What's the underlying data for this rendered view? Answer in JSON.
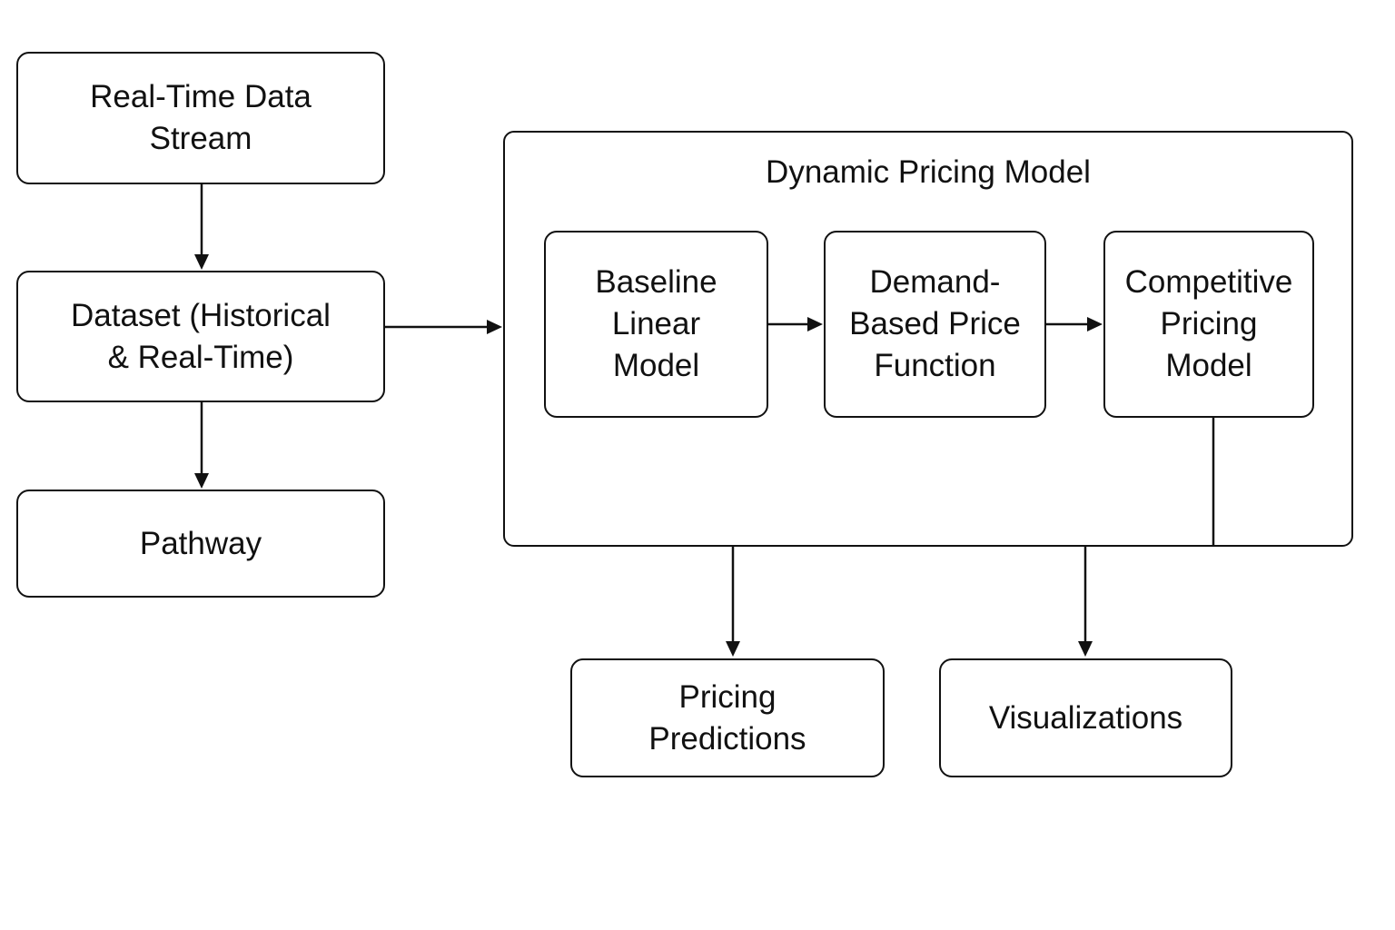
{
  "diagram": {
    "nodes": [
      {
        "id": "stream",
        "lines": [
          "Real-Time Data",
          "Stream"
        ]
      },
      {
        "id": "dataset",
        "lines": [
          "Dataset (Historical",
          "& Real-Time)"
        ]
      },
      {
        "id": "pathway",
        "lines": [
          "Pathway"
        ]
      },
      {
        "id": "baseline",
        "lines": [
          "Baseline",
          "Linear",
          "Model"
        ]
      },
      {
        "id": "demand",
        "lines": [
          "Demand-",
          "Based Price",
          "Function"
        ]
      },
      {
        "id": "competitive",
        "lines": [
          "Competitive",
          "Pricing",
          "Model"
        ]
      },
      {
        "id": "predictions",
        "lines": [
          "Pricing",
          "Predictions"
        ]
      },
      {
        "id": "visualizations",
        "lines": [
          "Visualizations"
        ]
      }
    ],
    "container": {
      "id": "dynamic-pricing-model",
      "title": "Dynamic Pricing Model",
      "children": [
        "baseline",
        "demand",
        "competitive"
      ]
    },
    "edges": [
      {
        "from": "stream",
        "to": "dataset"
      },
      {
        "from": "dataset",
        "to": "pathway"
      },
      {
        "from": "dataset",
        "to": "dynamic-pricing-model"
      },
      {
        "from": "baseline",
        "to": "demand"
      },
      {
        "from": "demand",
        "to": "competitive"
      },
      {
        "from": "dynamic-pricing-model",
        "to": "predictions"
      },
      {
        "from": "dynamic-pricing-model",
        "to": "visualizations"
      },
      {
        "from": "competitive",
        "to": "dynamic-pricing-model",
        "arrow": false
      }
    ]
  }
}
